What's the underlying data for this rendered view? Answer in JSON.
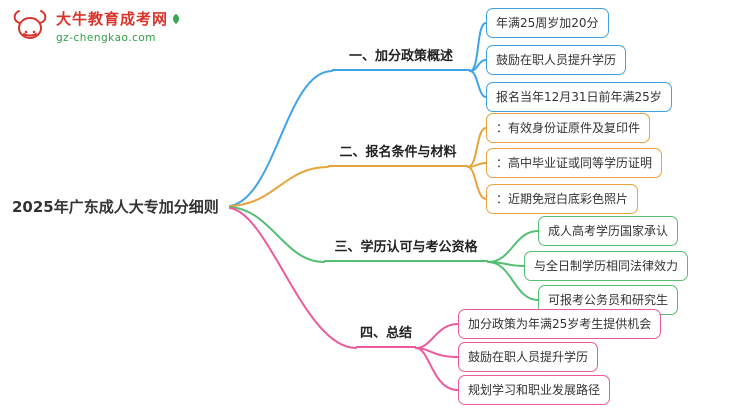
{
  "logo": {
    "title": "大牛教育成考网",
    "domain": "gz-chengkao.com",
    "brand_red": "#d7342b",
    "brand_green": "#2f9e44"
  },
  "mindmap": {
    "root": "2025年广东成人大专加分细则",
    "branches": [
      {
        "label": "一、加分政策概述",
        "color": "#41a3e6",
        "children": [
          "年满25周岁加20分",
          "鼓励在职人员提升学历",
          "报名当年12月31日前年满25岁"
        ]
      },
      {
        "label": "二、报名条件与材料",
        "color": "#e8a33c",
        "children": [
          "：有效身份证原件及复印件",
          "：高中毕业证或同等学历证明",
          "：近期免冠白底彩色照片"
        ]
      },
      {
        "label": "三、学历认可与考公资格",
        "color": "#55be75",
        "children": [
          "成人高考学历国家承认",
          "与全日制学历相同法律效力",
          "可报考公务员和研究生"
        ]
      },
      {
        "label": "四、总结",
        "color": "#ec5a9c",
        "children": [
          "加分政策为年满25岁考生提供机会",
          "鼓励在职人员提升学历",
          "规划学习和职业发展路径"
        ]
      }
    ]
  }
}
